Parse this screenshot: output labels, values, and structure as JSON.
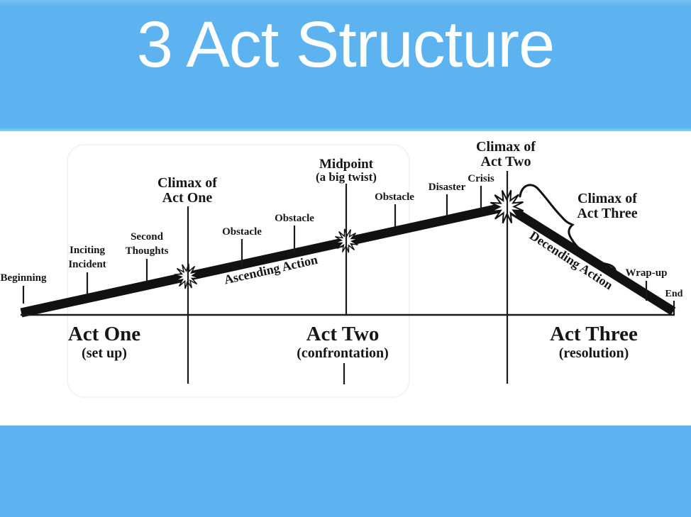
{
  "header": {
    "title": "3 Act Structure"
  },
  "colors": {
    "band_blue": "#5db3ef",
    "panel_white": "#ffffff",
    "ink": "#161616",
    "title_text": "#ffffff"
  },
  "diagram": {
    "beats": {
      "beginning": "Beginning",
      "inciting_line1": "Inciting",
      "inciting_line2": "Incident",
      "second_line1": "Second",
      "second_line2": "Thoughts",
      "climax_act_one_line1": "Climax of",
      "climax_act_one_line2": "Act One",
      "obstacle_1": "Obstacle",
      "obstacle_2": "Obstacle",
      "ascending_action": "Ascending Action",
      "midpoint_line1": "Midpoint",
      "midpoint_line2": "(a big twist)",
      "obstacle_3": "Obstacle",
      "disaster": "Disaster",
      "crisis": "Crisis",
      "climax_act_two_line1": "Climax of",
      "climax_act_two_line2": "Act Two",
      "descending_action": "Decending Action",
      "climax_act_three_line1": "Climax of",
      "climax_act_three_line2": "Act Three",
      "wrap_up": "Wrap-up",
      "end": "End"
    },
    "acts": {
      "one": {
        "title": "Act One",
        "subtitle": "(set up)"
      },
      "two": {
        "title": "Act Two",
        "subtitle": "(confrontation)"
      },
      "three": {
        "title": "Act Three",
        "subtitle": "(resolution)"
      }
    },
    "icons": {
      "starburst": "starburst-icon"
    }
  }
}
